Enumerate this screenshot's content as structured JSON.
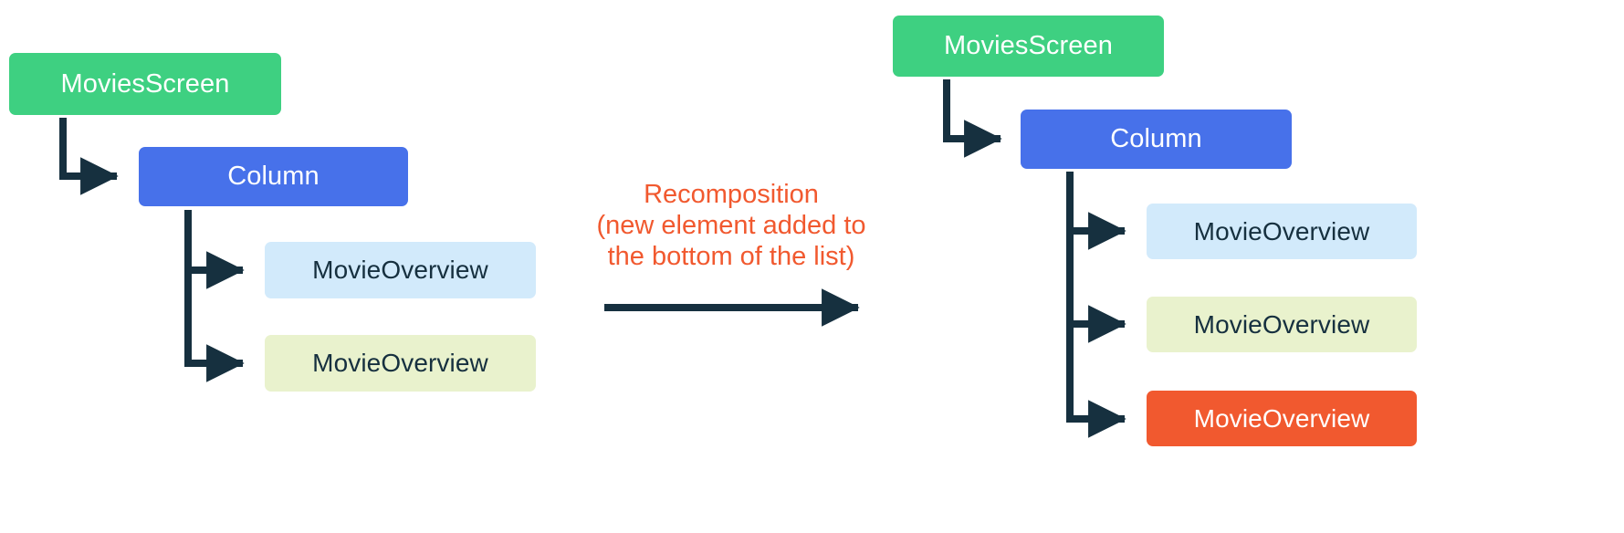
{
  "diagram": {
    "title": "Compose recomposition tree comparison",
    "colors": {
      "green": "#3ed081",
      "blue": "#4771ea",
      "light_blue": "#d2eafb",
      "cream": "#e9f2cd",
      "orange": "#f1592f",
      "arrow": "#16303f",
      "text_dark": "#16303f",
      "text_light": "#ffffff",
      "background": "#ffffff"
    },
    "transition": {
      "label_lines": [
        "Recomposition",
        "(new element added to",
        "the bottom of the list)"
      ],
      "arrow_direction": "right"
    },
    "before": {
      "name": "before-tree",
      "nodes": [
        {
          "id": "movies-screen",
          "label": "MoviesScreen",
          "fill": "#3ed081",
          "text_color": "#ffffff",
          "depth": 0
        },
        {
          "id": "column",
          "label": "Column",
          "fill": "#4771ea",
          "text_color": "#ffffff",
          "depth": 1
        },
        {
          "id": "movie-overview-1",
          "label": "MovieOverview",
          "fill": "#d2eafb",
          "text_color": "#16303f",
          "depth": 2
        },
        {
          "id": "movie-overview-2",
          "label": "MovieOverview",
          "fill": "#e9f2cd",
          "text_color": "#16303f",
          "depth": 2
        }
      ]
    },
    "after": {
      "name": "after-tree",
      "nodes": [
        {
          "id": "movies-screen",
          "label": "MoviesScreen",
          "fill": "#3ed081",
          "text_color": "#ffffff",
          "depth": 0
        },
        {
          "id": "column",
          "label": "Column",
          "fill": "#4771ea",
          "text_color": "#ffffff",
          "depth": 1
        },
        {
          "id": "movie-overview-1",
          "label": "MovieOverview",
          "fill": "#d2eafb",
          "text_color": "#16303f",
          "depth": 2
        },
        {
          "id": "movie-overview-2",
          "label": "MovieOverview",
          "fill": "#e9f2cd",
          "text_color": "#16303f",
          "depth": 2
        },
        {
          "id": "movie-overview-3",
          "label": "MovieOverview",
          "fill": "#f1592f",
          "text_color": "#ffffff",
          "depth": 2
        }
      ]
    }
  }
}
